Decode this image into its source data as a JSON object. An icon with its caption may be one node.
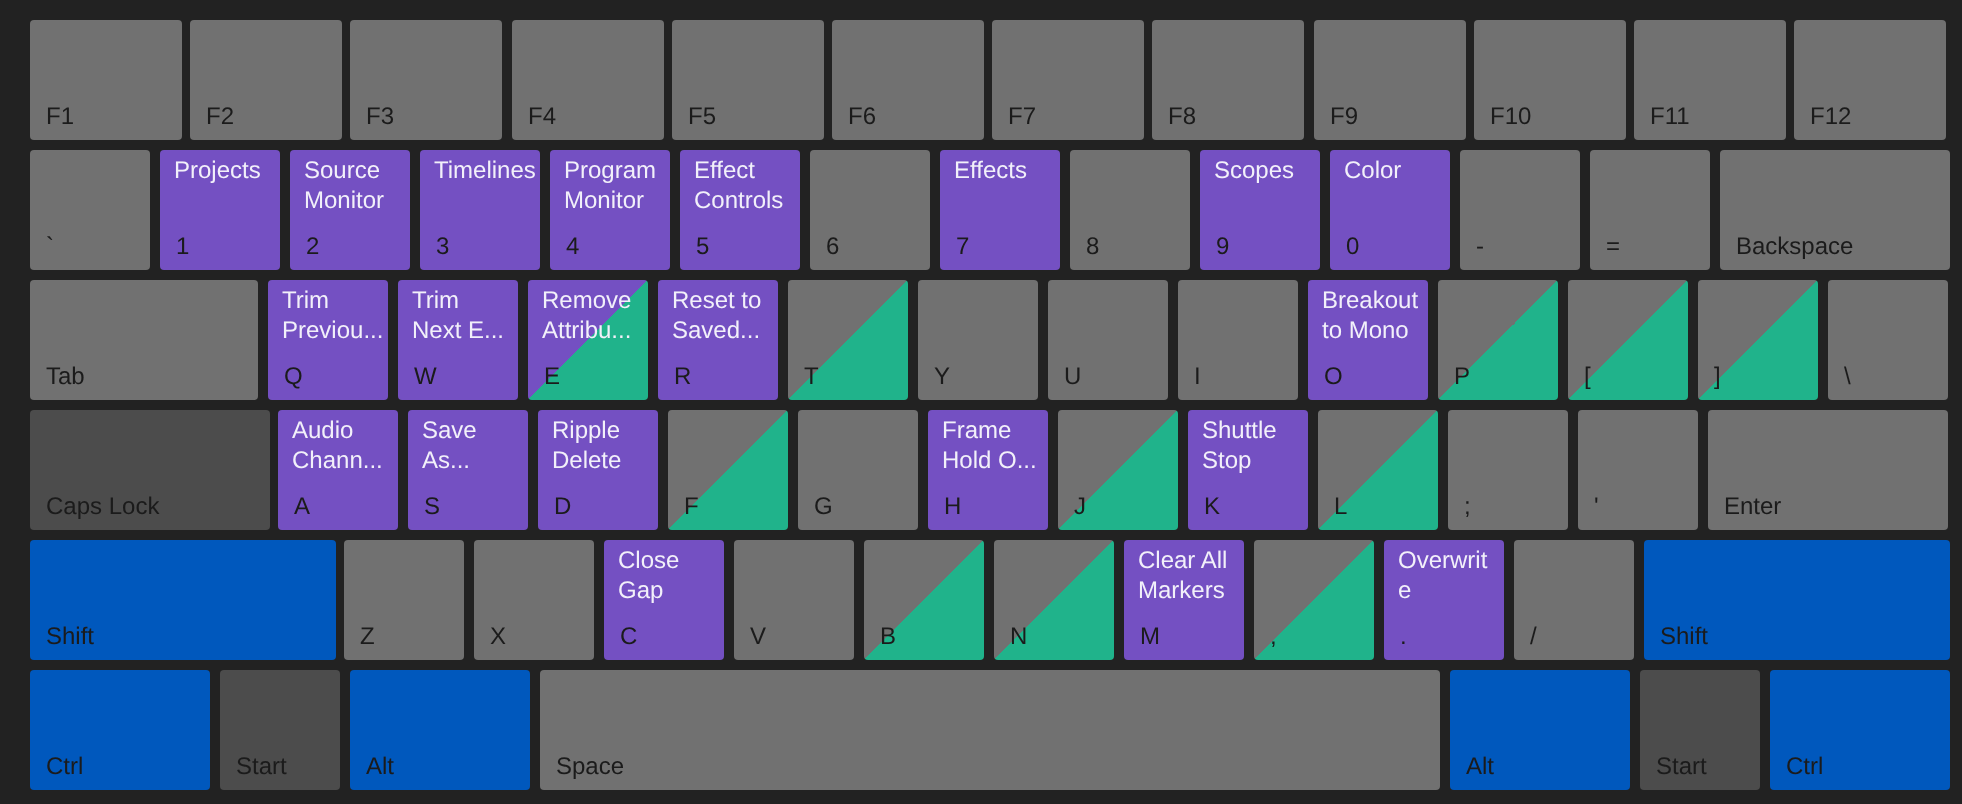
{
  "diagram": {
    "nodes": [
      {
        "text": [
          "F1"
        ]
      },
      {
        "text": [
          "F2"
        ]
      },
      {
        "text": [
          "F3"
        ]
      },
      {
        "text": [
          "F4"
        ]
      },
      {
        "text": [
          "F5"
        ]
      },
      {
        "text": [
          "F6"
        ]
      },
      {
        "text": [
          "F7"
        ]
      },
      {
        "text": [
          "F8"
        ]
      },
      {
        "text": [
          "F9"
        ]
      },
      {
        "text": [
          "F10"
        ]
      },
      {
        "text": [
          "F11"
        ]
      },
      {
        "text": [
          "F12"
        ]
      },
      {
        "text": [
          "`"
        ]
      },
      {
        "text": [
          "Projects",
          "1"
        ]
      },
      {
        "text": [
          "Source Monitor",
          "2"
        ]
      },
      {
        "text": [
          "Timelines",
          "3"
        ]
      },
      {
        "text": [
          "Program Monitor",
          "4"
        ]
      },
      {
        "text": [
          "Effect Controls",
          "5"
        ]
      },
      {
        "text": [
          "6"
        ]
      },
      {
        "text": [
          "Effects",
          "7"
        ]
      },
      {
        "text": [
          "8"
        ]
      },
      {
        "text": [
          "Scopes",
          "9"
        ]
      },
      {
        "text": [
          "Color",
          "0"
        ]
      },
      {
        "text": [
          "-"
        ]
      },
      {
        "text": [
          "="
        ]
      },
      {
        "text": [
          "Backspace"
        ]
      },
      {
        "text": [
          "Tab"
        ]
      },
      {
        "text": [
          "Trim Previou...",
          "Q"
        ]
      },
      {
        "text": [
          "Trim Next E...",
          "W"
        ]
      },
      {
        "text": [
          "Remove Attribu...",
          "E"
        ]
      },
      {
        "text": [
          "Reset to Saved...",
          "R"
        ]
      },
      {
        "text": [
          "T"
        ]
      },
      {
        "text": [
          "Y"
        ]
      },
      {
        "text": [
          "U"
        ]
      },
      {
        "text": [
          "I"
        ]
      },
      {
        "text": [
          "Breakout to Mono",
          "O"
        ]
      },
      {
        "text": [
          "P"
        ]
      },
      {
        "text": [
          "["
        ]
      },
      {
        "text": [
          "]"
        ]
      },
      {
        "text": [
          "\\"
        ]
      },
      {
        "text": [
          "Caps Lock"
        ]
      },
      {
        "text": [
          "Audio Chann...",
          "A"
        ]
      },
      {
        "text": [
          "Save As...",
          "S"
        ]
      },
      {
        "text": [
          "Ripple Delete",
          "D"
        ]
      },
      {
        "text": [
          "F"
        ]
      },
      {
        "text": [
          "G"
        ]
      },
      {
        "text": [
          "Frame Hold O...",
          "H"
        ]
      },
      {
        "text": [
          "J"
        ]
      },
      {
        "text": [
          "Shuttle Stop",
          "K"
        ]
      },
      {
        "text": [
          "L"
        ]
      },
      {
        "text": [
          ";"
        ]
      },
      {
        "text": [
          "'"
        ]
      },
      {
        "text": [
          "Enter"
        ]
      },
      {
        "text": [
          "Shift"
        ]
      },
      {
        "text": [
          "Z"
        ]
      },
      {
        "text": [
          "X"
        ]
      },
      {
        "text": [
          "Close Gap",
          "C"
        ]
      },
      {
        "text": [
          "V"
        ]
      },
      {
        "text": [
          "B"
        ]
      },
      {
        "text": [
          "N"
        ]
      },
      {
        "text": [
          "Clear All Markers",
          "M"
        ]
      },
      {
        "text": [
          ","
        ]
      },
      {
        "text": [
          "Overwrite",
          "."
        ]
      },
      {
        "text": [
          "/"
        ]
      },
      {
        "text": [
          "Shift"
        ]
      },
      {
        "text": [
          "Ctrl"
        ]
      },
      {
        "text": [
          "Start"
        ]
      },
      {
        "text": [
          "Alt"
        ]
      },
      {
        "text": [
          "Space"
        ]
      },
      {
        "text": [
          "Alt"
        ]
      },
      {
        "text": [
          "Start"
        ]
      },
      {
        "text": [
          "Ctrl"
        ]
      }
    ]
  }
}
